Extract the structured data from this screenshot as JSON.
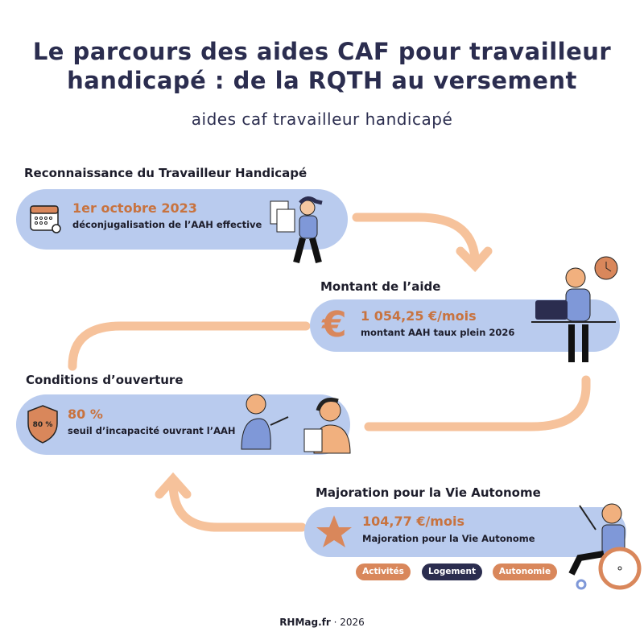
{
  "title_line1": "Le parcours des aides CAF pour travailleur",
  "title_line2": "handicapé : de la RQTH au versement",
  "subtitle": "aides caf travailleur handicapé",
  "steps": [
    {
      "label": "Reconnaissance du Travailleur Handicapé",
      "value": "1er octobre 2023",
      "desc": "déconjugalisation de l’AAH effective",
      "icon": "calendar-icon"
    },
    {
      "label": "Montant de l’aide",
      "value": "1 054,25 €/mois",
      "desc": "montant AAH taux plein 2026",
      "icon": "euro-icon"
    },
    {
      "label": "Conditions d’ouverture",
      "value": "80 %",
      "desc": "seuil d’incapacité ouvrant l’AAH",
      "icon": "shield-icon",
      "badge": "80 %"
    },
    {
      "label": "Majoration pour la Vie Autonome",
      "value": "104,77 €/mois",
      "desc": "Majoration pour la Vie Autonome",
      "icon": "star-icon"
    }
  ],
  "tags": [
    "Activités",
    "Logement",
    "Autonomie"
  ],
  "footer": {
    "brand": "RHMag.fr",
    "sep": " · ",
    "year": "2026"
  },
  "colors": {
    "navy": "#2b2d4f",
    "pill": "#b9cbee",
    "orange": "#d9875b",
    "arrow": "#f6c29b"
  }
}
